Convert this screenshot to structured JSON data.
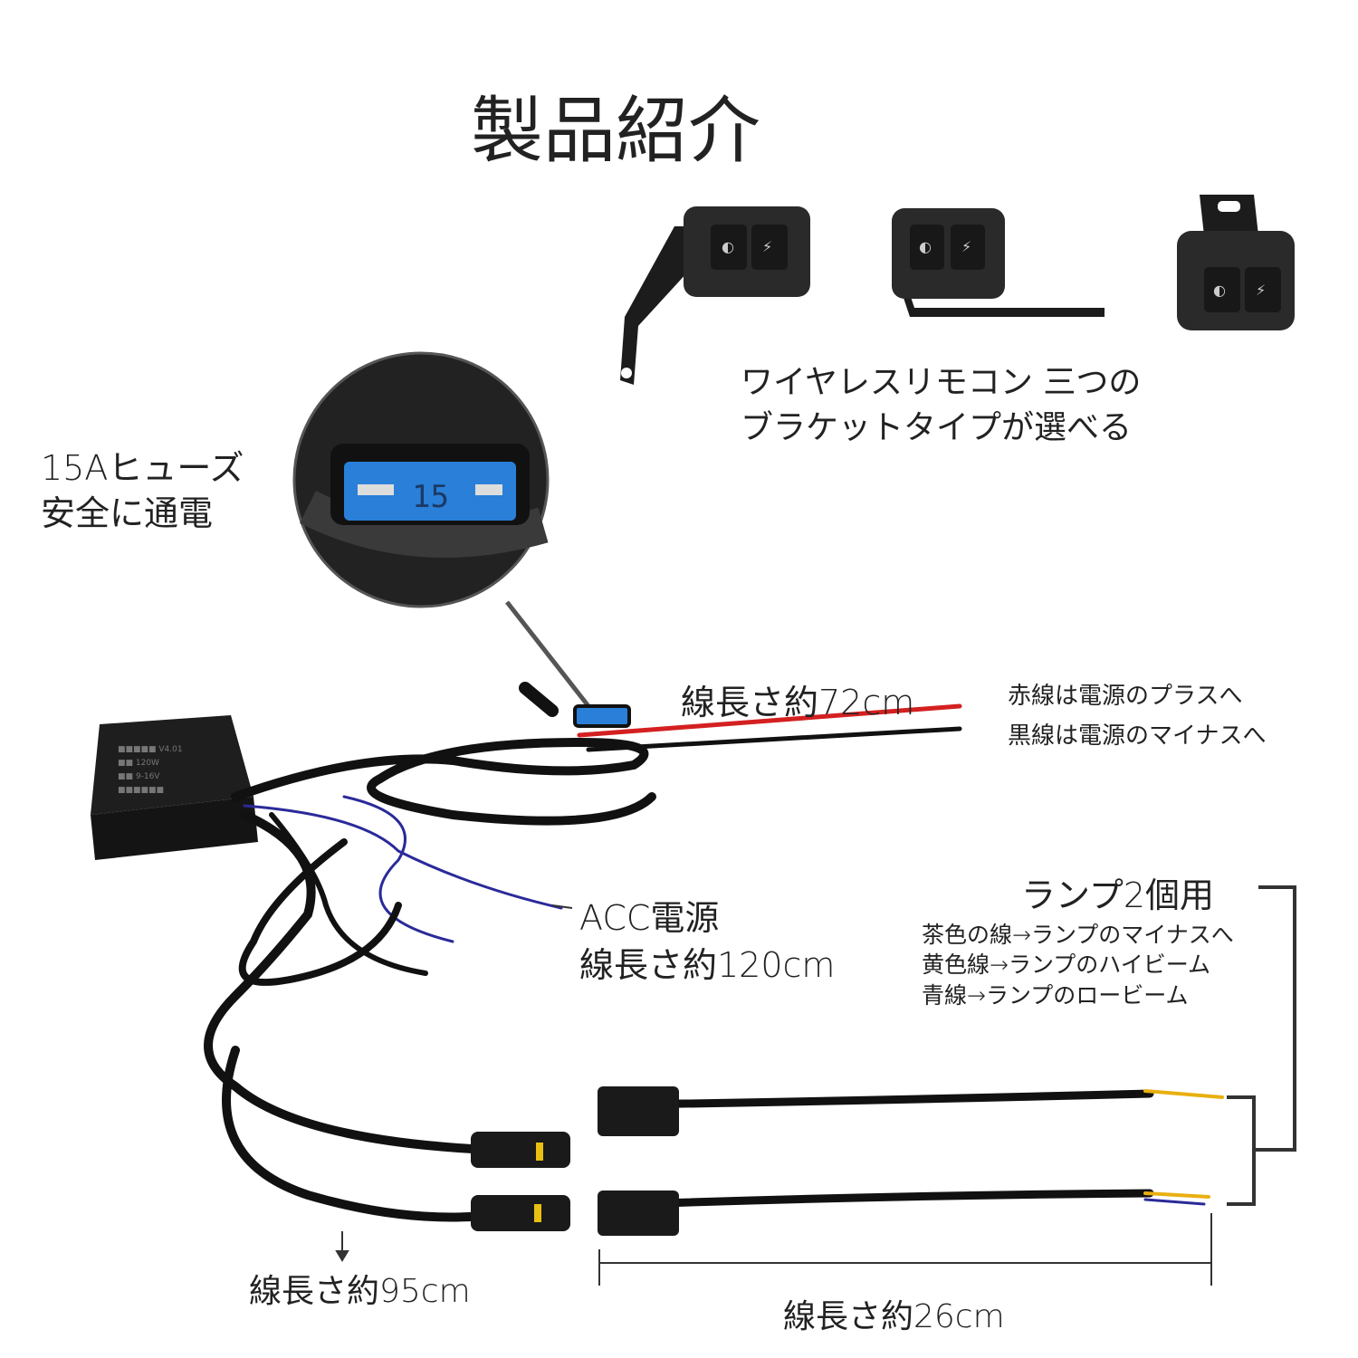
{
  "title": "製品紹介",
  "remote": {
    "line1": "ワイヤレスリモコン 三つの",
    "line2": "ブラケットタイプが選べる"
  },
  "fuse": {
    "line1": "15Aヒューズ",
    "line2": "安全に通電",
    "fuse_value": "15"
  },
  "power": {
    "length": "線長さ約72cm",
    "red": "赤線は電源のプラスへ",
    "black": "黒線は電源のマイナスへ"
  },
  "acc": {
    "line1": "ACC電源",
    "line2": "線長さ約120cm"
  },
  "lamp": {
    "title": "ランプ2個用",
    "brown": "茶色の線→ランプのマイナスへ",
    "yellow": "黄色線→ランプのハイビーム",
    "blue": "青線→ランプのロービーム"
  },
  "main_length": "線長さ約95cm",
  "lamp_length": "線長さ約26cm",
  "colors": {
    "red_wire": "#d42020",
    "blue_wire": "#2a2a9a",
    "fuse_blue": "#2a7fd8",
    "bracket": "#333333"
  }
}
